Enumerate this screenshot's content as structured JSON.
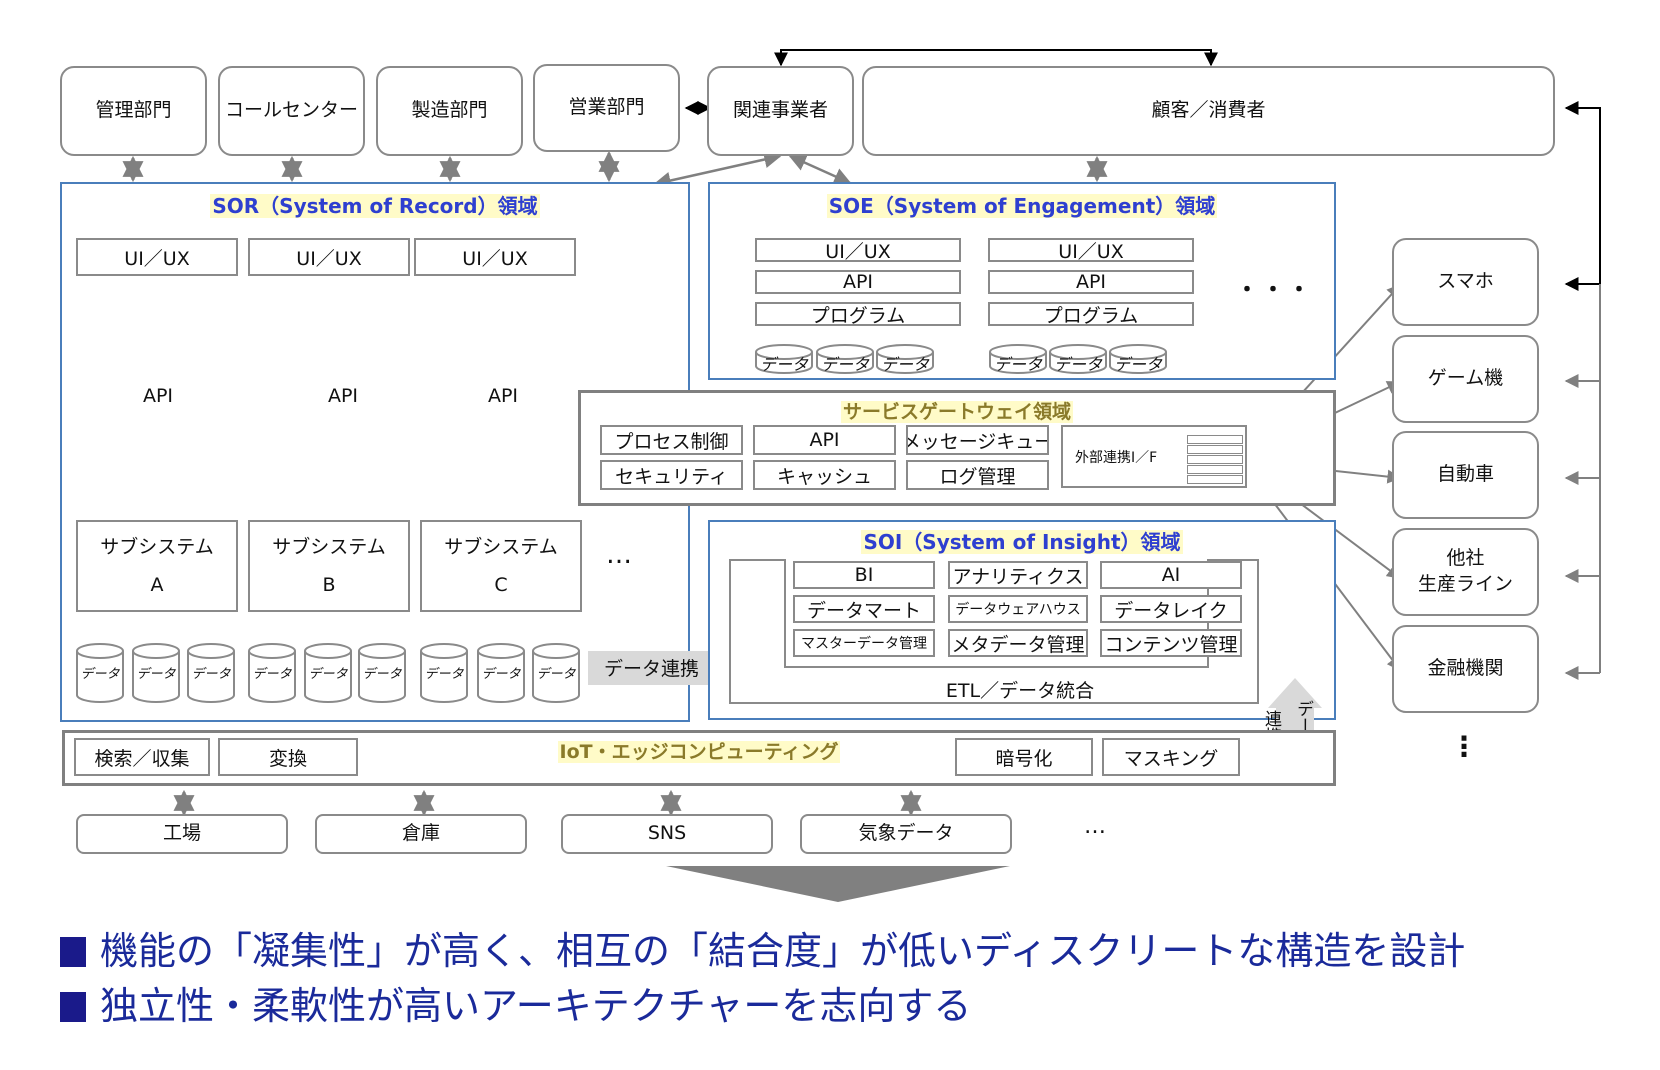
{
  "top_row": {
    "departments": [
      "管理部門",
      "コールセンター",
      "製造部門",
      "営業部門",
      "関連事業者"
    ],
    "customer": "顧客／消費者"
  },
  "sor": {
    "title": "SOR（System of Record）領域",
    "ui_labels": [
      "UI／UX",
      "UI／UX",
      "UI／UX"
    ],
    "api_labels": [
      "API",
      "API",
      "API"
    ],
    "subsystems": [
      {
        "line1": "サブシステム",
        "line2": "A"
      },
      {
        "line1": "サブシステム",
        "line2": "B"
      },
      {
        "line1": "サブシステム",
        "line2": "C"
      }
    ],
    "data_label": "データ",
    "ellipsis": "…"
  },
  "data_link_label": "データ連携",
  "soe": {
    "title": "SOE（System of Engagement）領域",
    "stacks": [
      {
        "ui": "UI／UX",
        "api": "API",
        "program": "プログラム"
      },
      {
        "ui": "UI／UX",
        "api": "API",
        "program": "プログラム"
      }
    ],
    "data_label": "データ",
    "ellipsis": "・・・"
  },
  "gateway": {
    "title": "サービスゲートウェイ領域",
    "items": [
      "プロセス制御",
      "API",
      "メッセージキュー",
      "セキュリティ",
      "キャッシュ",
      "ログ管理"
    ],
    "external_if": "外部連携I／F"
  },
  "soi": {
    "title": "SOI（System of Insight）領域",
    "grid": [
      "BI",
      "アナリティクス",
      "AI",
      "データマート",
      "データウェアハウス",
      "データレイク",
      "マスターデータ管理",
      "メタデータ管理",
      "コンテンツ管理"
    ],
    "etl": "ETL／データ統合"
  },
  "vertical_link": {
    "col1": "連携",
    "col2": "データ"
  },
  "iot": {
    "title": "IoT・エッジコンピューティング",
    "left_items": [
      "検索／収集",
      "変換"
    ],
    "right_items": [
      "暗号化",
      "マスキング"
    ]
  },
  "sources": {
    "items": [
      "工場",
      "倉庫",
      "SNS",
      "気象データ"
    ],
    "ellipsis": "…"
  },
  "devices": {
    "items": [
      "スマホ",
      "ゲーム機",
      "自動車",
      "他社\n生産ライン",
      "金融機関"
    ],
    "ellipsis": "⋮"
  },
  "conclusions": [
    "機能の「凝集性」が高く、相互の「結合度」が低いディスクリートな構造を設計",
    "独立性・柔軟性が高いアーキテクチャーを志向する"
  ],
  "colors": {
    "region_border": "#4a7ebb",
    "region_title": "#2e3fd0",
    "title_highlight": "#fffbc8",
    "connector": "#808080",
    "bullet_text": "#1a2a9a"
  }
}
